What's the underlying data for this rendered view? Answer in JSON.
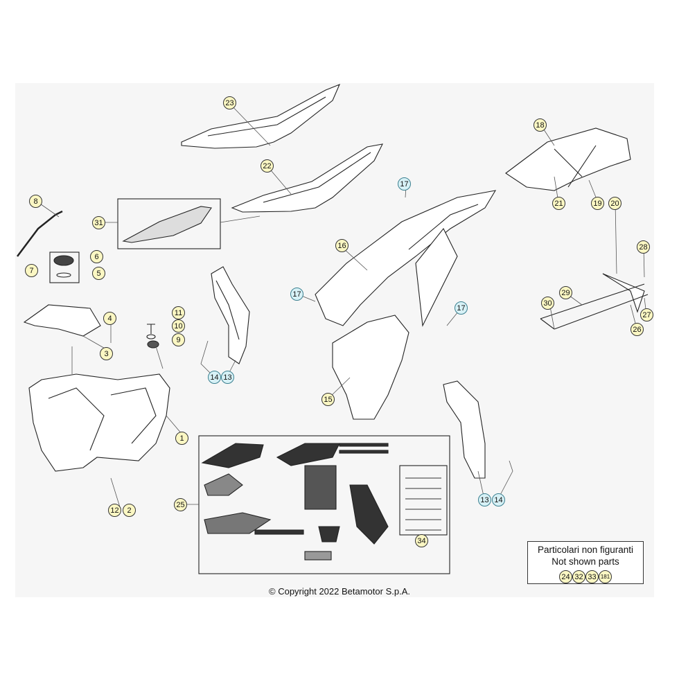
{
  "callouts": {
    "c1": "1",
    "c2": "2",
    "c3": "3",
    "c4": "4",
    "c5": "5",
    "c6": "6",
    "c7": "7",
    "c8": "8",
    "c9": "9",
    "c10": "10",
    "c11": "11",
    "c12": "12",
    "c13a": "13",
    "c14a": "14",
    "c13b": "13",
    "c14b": "14",
    "c15": "15",
    "c16": "16",
    "c17a": "17",
    "c17b": "17",
    "c17c": "17",
    "c18": "18",
    "c19": "19",
    "c20": "20",
    "c21": "21",
    "c22": "22",
    "c23": "23",
    "c25": "25",
    "c26": "26",
    "c27": "27",
    "c28": "28",
    "c29": "29",
    "c30": "30",
    "c31": "31",
    "c34": "34"
  },
  "note": {
    "line1": "Particolari non figuranti",
    "line2": "Not shown parts",
    "parts": [
      "24",
      "32",
      "33",
      "181"
    ]
  },
  "copyright": "© Copyright 2022 Betamotor S.p.A.",
  "colors": {
    "callout_fill": "#fbf7c3",
    "callout_alt_fill": "#d7f1f6",
    "background": "#f6f6f6"
  }
}
